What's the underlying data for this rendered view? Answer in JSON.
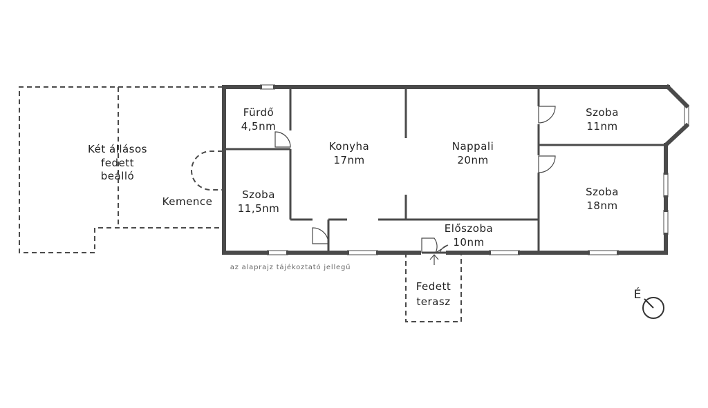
{
  "rooms": {
    "furdo": {
      "name": "Fürdő",
      "area": "4,5nm"
    },
    "konyha": {
      "name": "Konyha",
      "area": "17nm"
    },
    "nappali": {
      "name": "Nappali",
      "area": "20nm"
    },
    "szoba_small": {
      "name": "Szoba",
      "area": "11nm"
    },
    "szoba_mid": {
      "name": "Szoba",
      "area": "11,5nm"
    },
    "szoba_large": {
      "name": "Szoba",
      "area": "18nm"
    },
    "eloszoba": {
      "name": "Előszoba",
      "area": "10nm"
    }
  },
  "outdoor": {
    "carport": {
      "line1": "Két állásos",
      "line2": "fedett",
      "line3": "beálló"
    },
    "kemence": "Kemence",
    "terrace": {
      "line1": "Fedett",
      "line2": "terasz"
    }
  },
  "disclaimer": "az alaprajz tájékoztató jellegű",
  "compass": {
    "label": "É"
  }
}
